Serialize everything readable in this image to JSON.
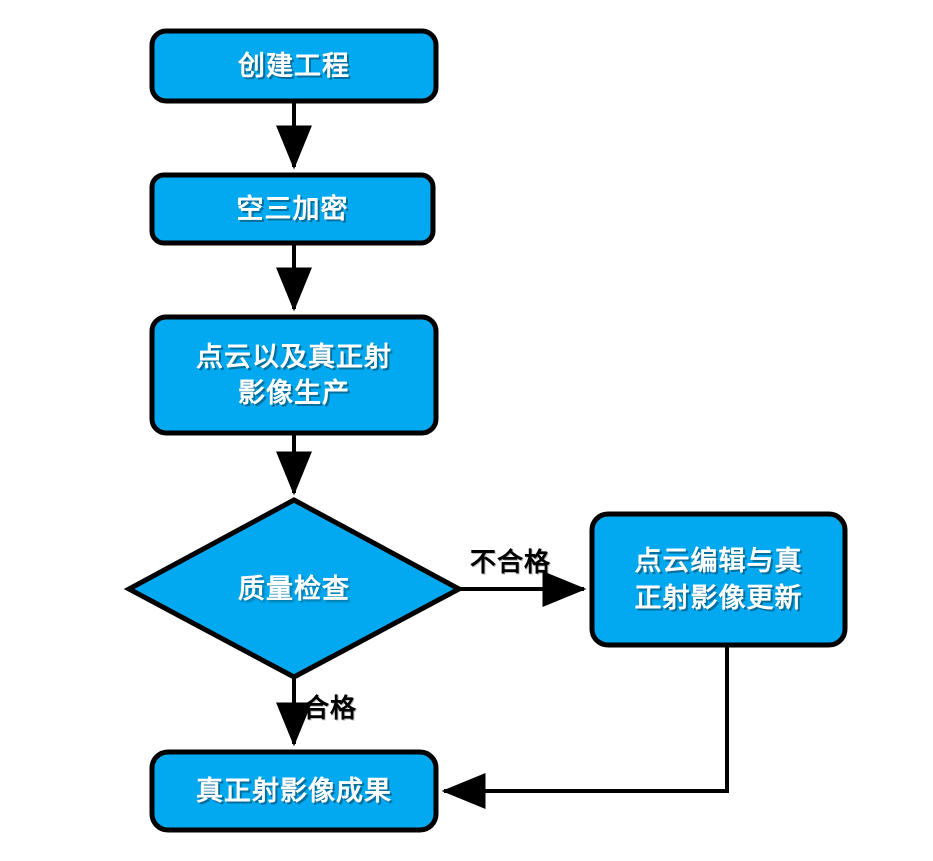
{
  "diagram": {
    "type": "flowchart",
    "orientation": "top-to-bottom",
    "background_color": "#ffffff",
    "node_fill_color": "#03a9f0",
    "node_stroke_color": "#000000",
    "node_text_color": "#ffffff",
    "edge_color": "#000000",
    "edge_label_color": "#000000",
    "nodes": [
      {
        "id": "create-project",
        "shape": "rounded-rect",
        "lines": [
          "创建工程"
        ]
      },
      {
        "id": "aerial-triangulation",
        "shape": "rounded-rect",
        "lines": [
          "空三加密"
        ]
      },
      {
        "id": "pointcloud-true-ortho-production",
        "shape": "rounded-rect",
        "lines": [
          "点云以及真正射",
          "影像生产"
        ]
      },
      {
        "id": "quality-check",
        "shape": "diamond",
        "lines": [
          "质量检查"
        ]
      },
      {
        "id": "pointcloud-edit-ortho-update",
        "shape": "rounded-rect",
        "lines": [
          "点云编辑与真",
          "正射影像更新"
        ]
      },
      {
        "id": "true-ortho-result",
        "shape": "rounded-rect",
        "lines": [
          "真正射影像成果"
        ]
      }
    ],
    "edges": [
      {
        "id": "e1",
        "from": "create-project",
        "to": "aerial-triangulation",
        "label": ""
      },
      {
        "id": "e2",
        "from": "aerial-triangulation",
        "to": "pointcloud-true-ortho-production",
        "label": ""
      },
      {
        "id": "e3",
        "from": "pointcloud-true-ortho-production",
        "to": "quality-check",
        "label": ""
      },
      {
        "id": "e4",
        "from": "quality-check",
        "to": "pointcloud-edit-ortho-update",
        "label": "不合格"
      },
      {
        "id": "e5",
        "from": "quality-check",
        "to": "true-ortho-result",
        "label": "合格"
      },
      {
        "id": "e6",
        "from": "pointcloud-edit-ortho-update",
        "to": "true-ortho-result",
        "label": ""
      }
    ]
  }
}
